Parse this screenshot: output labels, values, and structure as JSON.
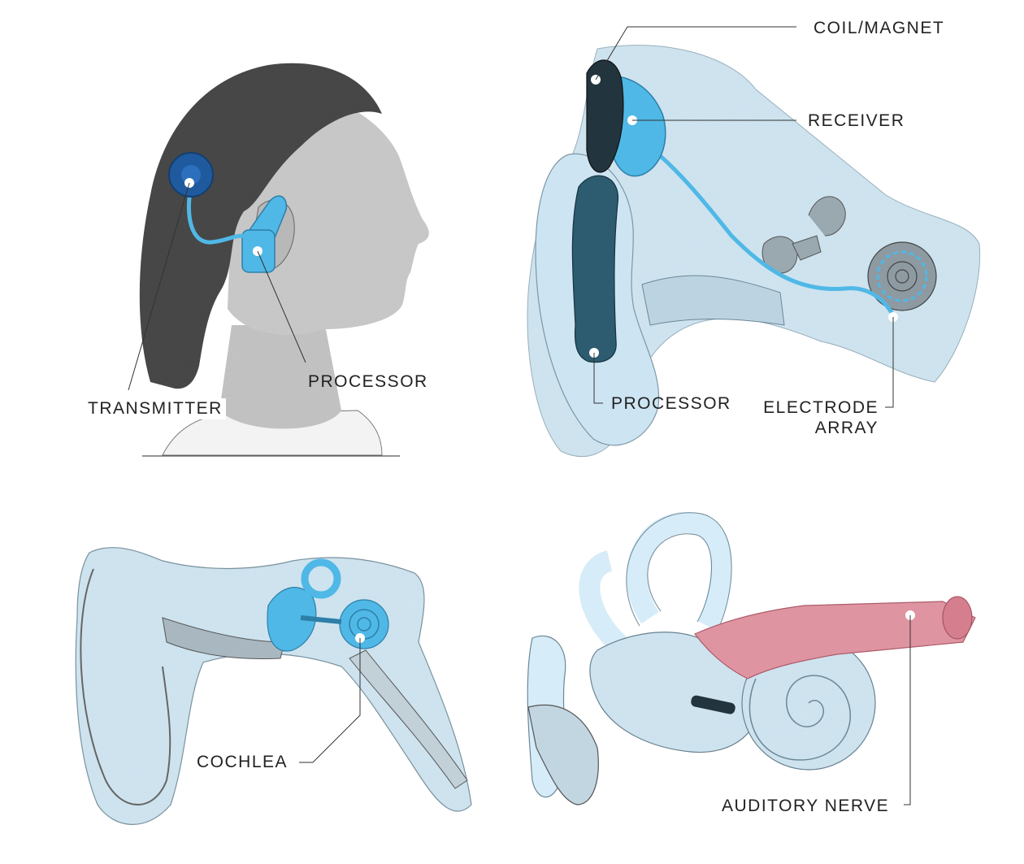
{
  "colors": {
    "background": "#ffffff",
    "pale_blue": "#d6ecf8",
    "device_blue": "#4fb8e6",
    "device_navy": "#2d5b70",
    "nerve_pink": "#e89aa8",
    "ink": "#222222",
    "skin_gray": "#bdbdbd"
  },
  "panels": {
    "person": {
      "transmitter": "TRANSMITTER",
      "processor": "PROCESSOR"
    },
    "implant": {
      "coil_magnet": "COIL/MAGNET",
      "receiver": "RECEIVER",
      "processor": "PROCESSOR",
      "electrode_line1": "ELECTRODE",
      "electrode_line2": "ARRAY"
    },
    "ear_section": {
      "cochlea": "COCHLEA"
    },
    "inner_ear": {
      "auditory_nerve": "AUDITORY NERVE"
    }
  }
}
